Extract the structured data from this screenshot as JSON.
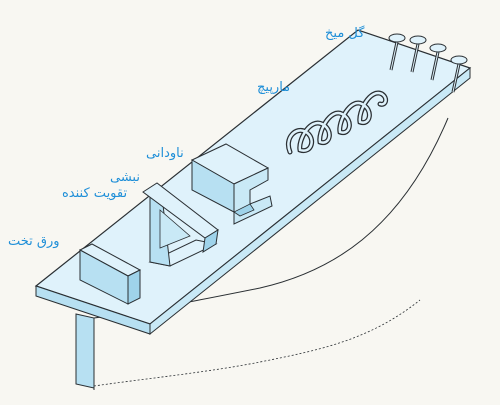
{
  "labels": {
    "nail": "گل میخ",
    "spiral": "مارپیچ",
    "channel": "ناودانی",
    "angle_line1": "نبشی",
    "angle_line2": "تقویت کننده",
    "flat_plate": "ورق تخت"
  },
  "colors": {
    "steel_fill": "#dff2fb",
    "steel_side": "#b7e0f2",
    "outline": "#2a2f33",
    "label": "#1f8fd8",
    "background": "#f8f7f2"
  }
}
